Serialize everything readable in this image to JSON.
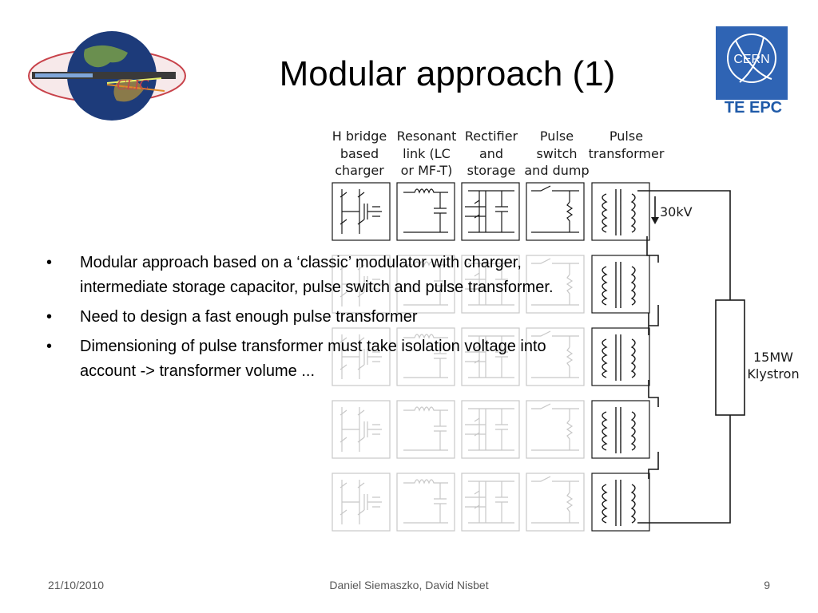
{
  "slide": {
    "title": "Modular approach (1)",
    "bullets": [
      "Modular approach based on a ‘classic’ modulator with charger, intermediate storage capacitor, pulse switch and pulse transformer.",
      "Need to design a fast enough pulse transformer",
      "Dimensioning of pulse transformer must take isolation voltage into account -> transformer volume ..."
    ]
  },
  "logos": {
    "clic_text": "CLIC",
    "cern_text": "CERN",
    "cern_subtitle": "TE EPC"
  },
  "diagram": {
    "column_labels": [
      "H bridge\nbased\ncharger",
      "Resonant\nlink (LC\nor MF-T)",
      "Rectifier\nand\nstorage",
      "Pulse\nswitch\nand dump",
      "Pulse\ntransformer"
    ],
    "voltage_label": "30kV",
    "klystron_label_line1": "15MW",
    "klystron_label_line2": "Klystron"
  },
  "footer": {
    "date": "21/10/2010",
    "authors": "Daniel Siemaszko, David Nisbet",
    "page": "9"
  },
  "colors": {
    "cern_blue": "#2f64b4",
    "faded_gray": "#c8c8c8"
  }
}
